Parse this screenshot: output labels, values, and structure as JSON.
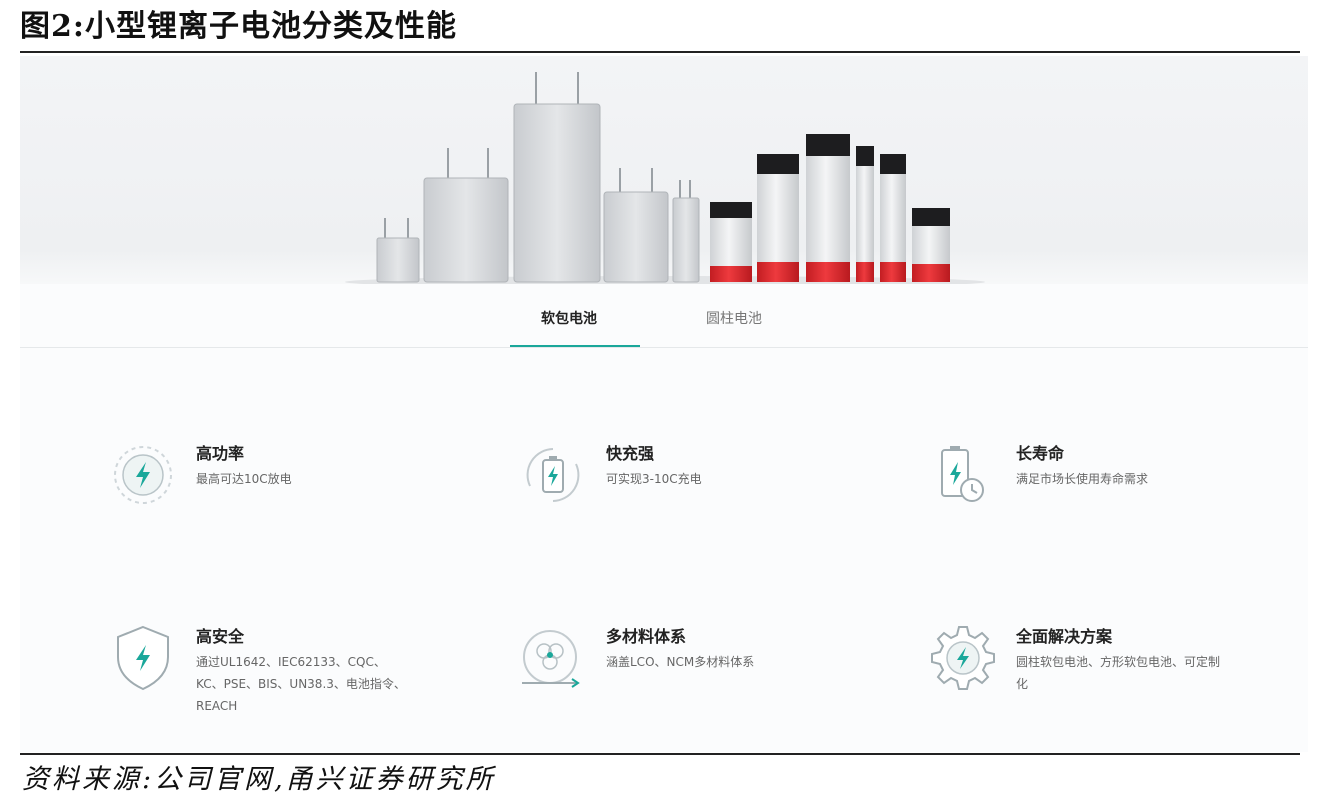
{
  "figure": {
    "title": "图2:小型锂离子电池分类及性能",
    "source": "资料来源:公司官网,甬兴证券研究所"
  },
  "tabs": [
    {
      "label": "软包电池",
      "active": true
    },
    {
      "label": "圆柱电池",
      "active": false
    }
  ],
  "features": [
    {
      "title": "高功率",
      "desc": "最高可达10C放电",
      "icon": "power-bolt-icon"
    },
    {
      "title": "快充强",
      "desc": "可实现3-10C充电",
      "icon": "fast-charge-battery-icon"
    },
    {
      "title": "长寿命",
      "desc": "满足市场长使用寿命需求",
      "icon": "battery-clock-icon"
    },
    {
      "title": "高安全",
      "desc": "通过UL1642、IEC62133、CQC、KC、PSE、BIS、UN38.3、电池指令、REACH",
      "icon": "shield-bolt-icon"
    },
    {
      "title": "多材料体系",
      "desc": "涵盖LCO、NCM多材料体系",
      "icon": "materials-icon"
    },
    {
      "title": "全面解决方案",
      "desc": "圆柱软包电池、方形软包电池、可定制化",
      "icon": "gear-bolt-icon"
    }
  ],
  "colors": {
    "accent": "#1aa79a",
    "battery_red": "#e0262b",
    "battery_silver": "#d5d8db"
  }
}
